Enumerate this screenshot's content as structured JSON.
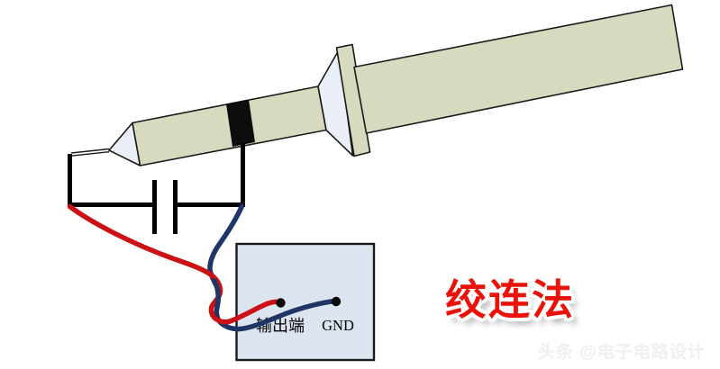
{
  "box": {
    "output_terminal_label": "输出端",
    "gnd_terminal_label": "GND"
  },
  "caption": {
    "text": "绞连法"
  },
  "watermark": {
    "text": "头条 @电子电路设计"
  },
  "colors": {
    "probe_body": "#d7dabe",
    "probe_cone": "#eaeff8",
    "probe_band": "#0d0d0d",
    "circuit_line": "#000000",
    "red_wire": "#cc1014",
    "blue_wire": "#1e3566",
    "box_fill": "#dce4f0",
    "box_border": "#1a1a1a",
    "terminal_dot": "#0a0a0a",
    "caption_red": "#ea1309"
  }
}
